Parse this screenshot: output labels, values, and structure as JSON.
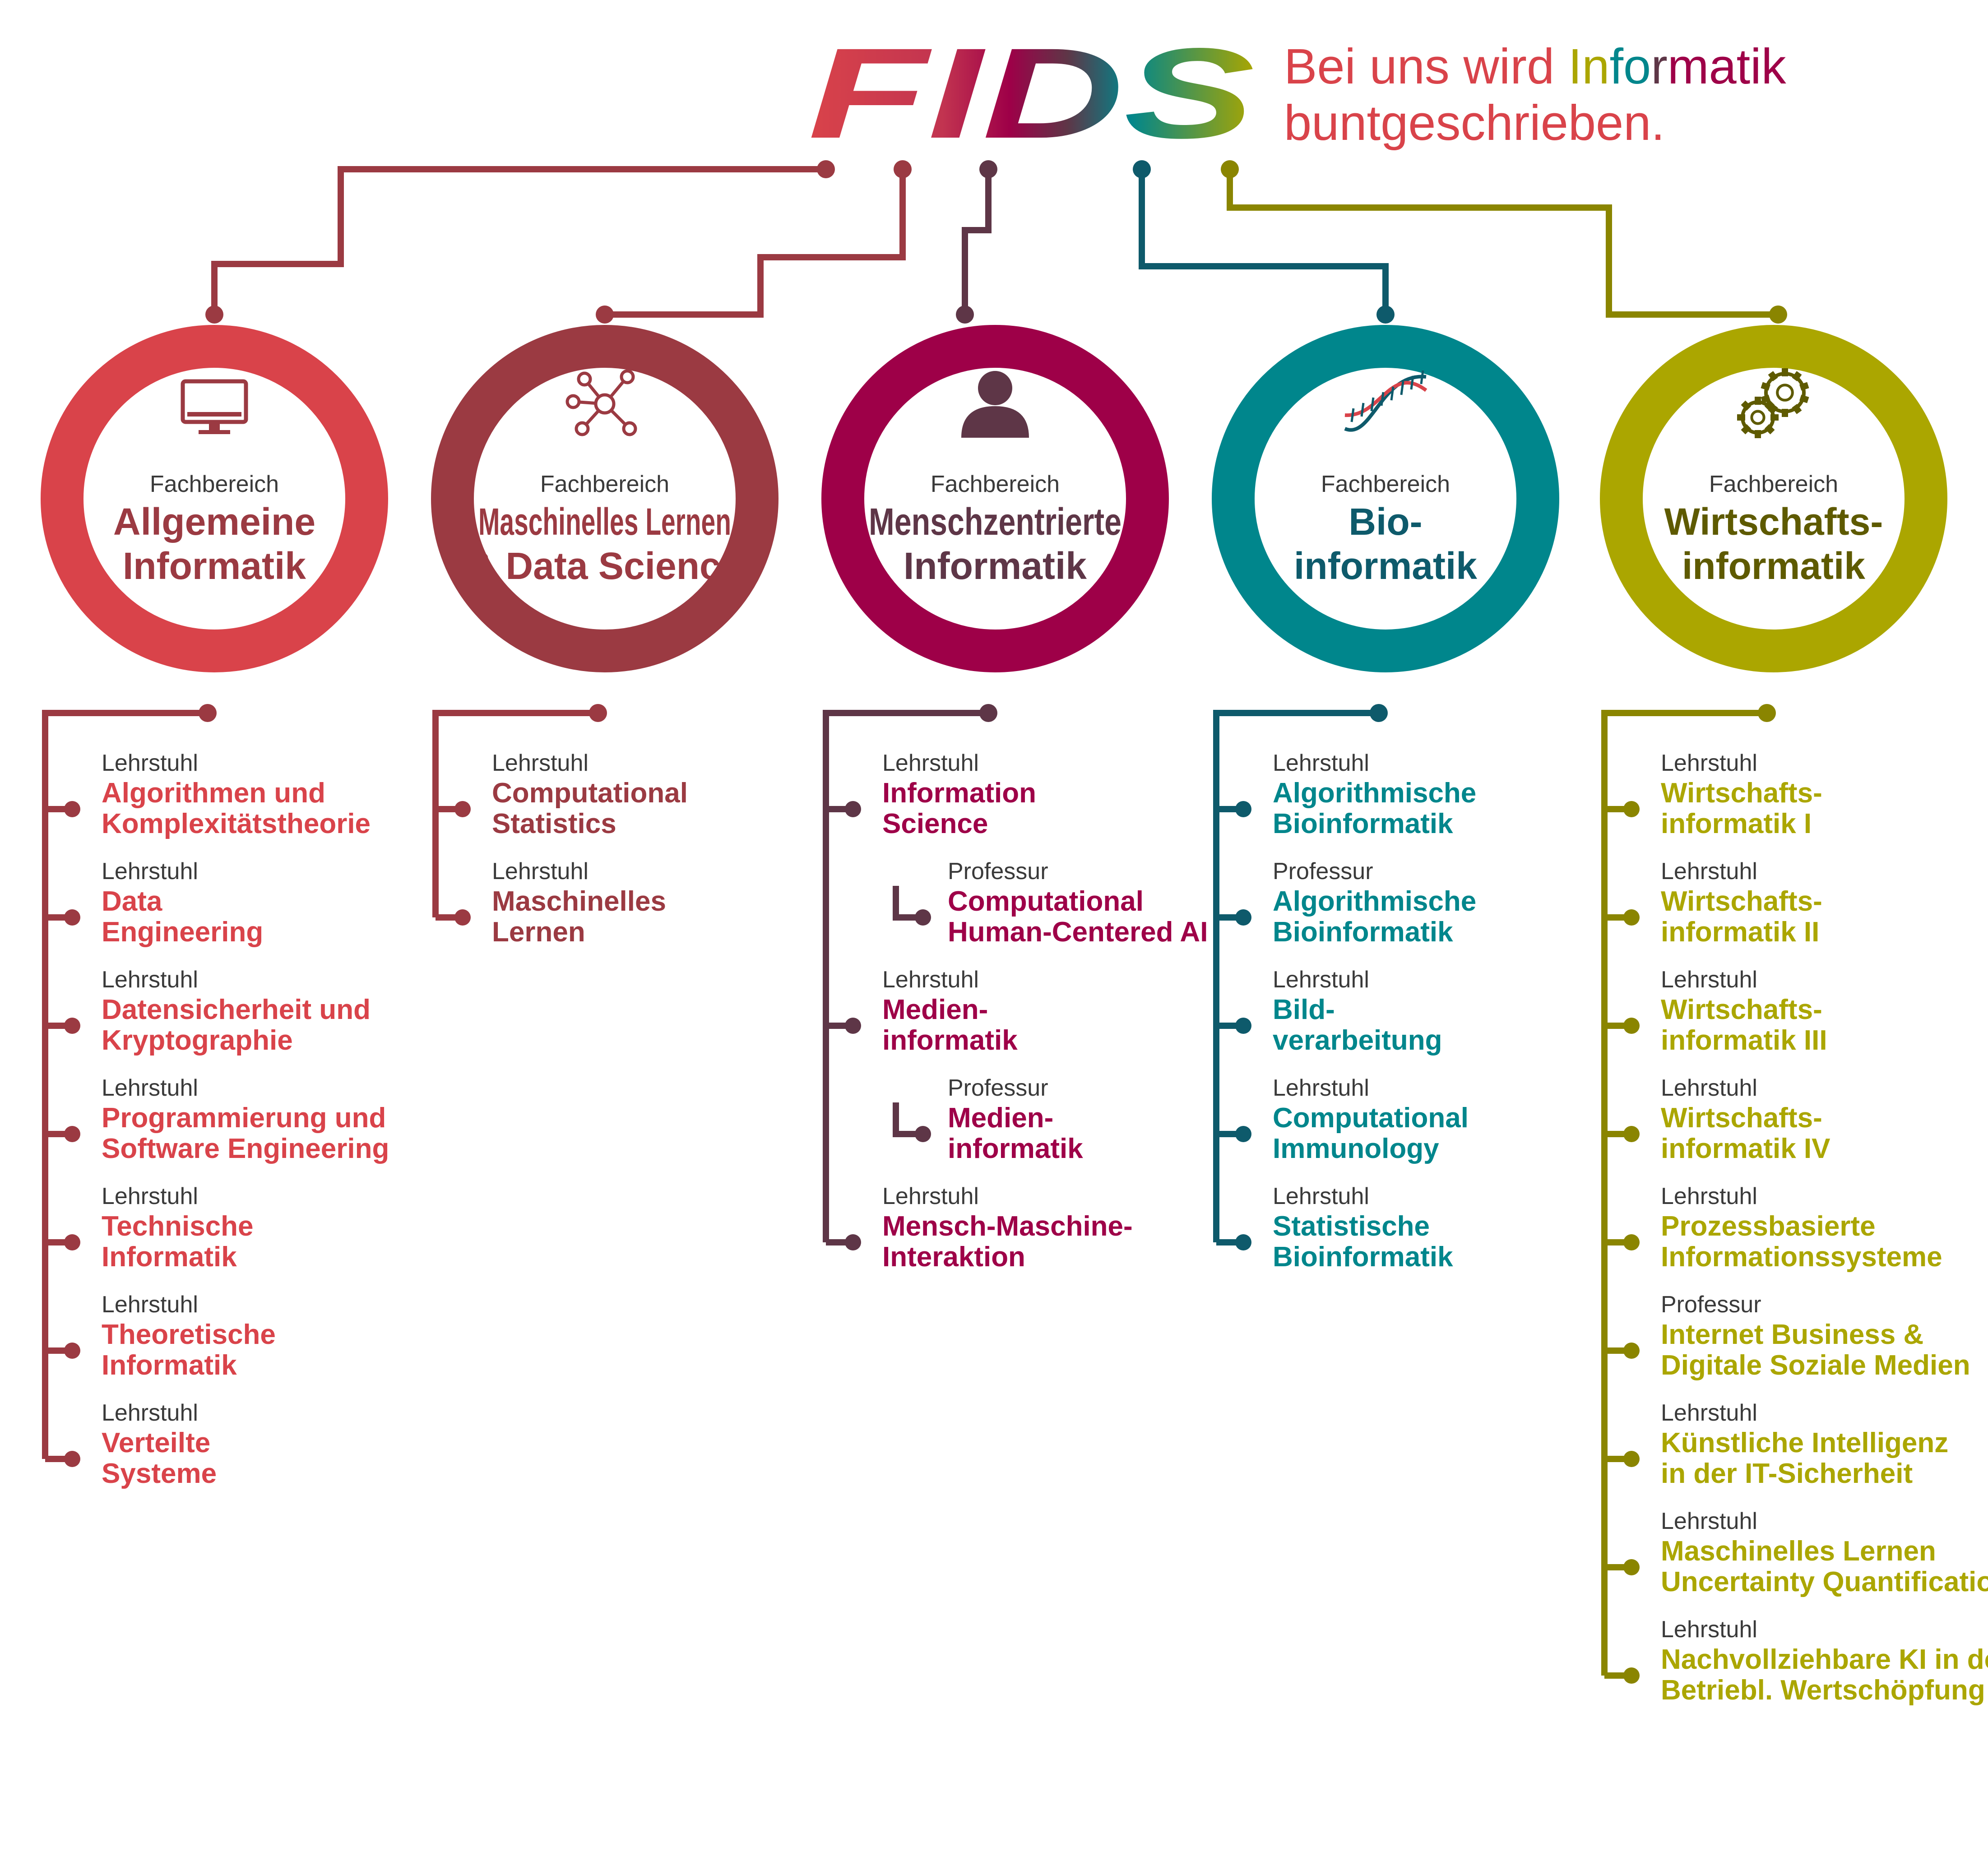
{
  "header": {
    "logo_text": "FIDS",
    "slogan_line1_prefix": "Bei uns wird ",
    "slogan_word_parts": [
      "In",
      "fo",
      "r",
      "ma",
      "tik"
    ],
    "slogan_line2": "buntgeschrieben."
  },
  "colors": {
    "red": "#D9434A",
    "wine": "#9B3A42",
    "magenta": "#9E0048",
    "plum": "#5E3647",
    "teal": "#00868C",
    "darkteal": "#0E5A6B",
    "olive": "#ABA600",
    "darkolive": "#8A8500",
    "slogan_parts": [
      "#ABA600",
      "#00868C",
      "#5E3647",
      "#9E0048",
      "#9E0048"
    ]
  },
  "departments": [
    {
      "id": "allgemeine",
      "kicker": "Fachbereich",
      "title": [
        "Allgemeine",
        "Informatik"
      ],
      "icon": "monitor-icon",
      "ring_color": "#D9434A",
      "title_color": "#9B3A42",
      "line_color": "#9B3A42",
      "unit_color": "#D9434A",
      "units": [
        {
          "role": "Lehrstuhl",
          "name": [
            "Algorithmen und",
            "Komplexitätstheorie"
          ]
        },
        {
          "role": "Lehrstuhl",
          "name": [
            "Data",
            "Engineering"
          ]
        },
        {
          "role": "Lehrstuhl",
          "name": [
            "Datensicherheit und",
            "Kryptographie"
          ]
        },
        {
          "role": "Lehrstuhl",
          "name": [
            "Programmierung und",
            "Software Engineering"
          ]
        },
        {
          "role": "Lehrstuhl",
          "name": [
            "Technische",
            "Informatik"
          ]
        },
        {
          "role": "Lehrstuhl",
          "name": [
            "Theoretische",
            "Informatik"
          ]
        },
        {
          "role": "Lehrstuhl",
          "name": [
            "Verteilte",
            "Systeme"
          ]
        }
      ]
    },
    {
      "id": "ml",
      "kicker": "Fachbereich",
      "title": [
        "Maschinelles Lernen",
        "& Data Science"
      ],
      "icon": "network-icon",
      "ring_color": "#9B3A42",
      "title_color": "#9B3A42",
      "line_color": "#9B3A42",
      "unit_color": "#9B3A42",
      "units": [
        {
          "role": "Lehrstuhl",
          "name": [
            "Computational",
            "Statistics"
          ]
        },
        {
          "role": "Lehrstuhl",
          "name": [
            "Maschinelles",
            "Lernen"
          ]
        }
      ]
    },
    {
      "id": "menschzentriert",
      "kicker": "Fachbereich",
      "title": [
        "Menschzentrierte",
        "Informatik"
      ],
      "icon": "person-icon",
      "ring_color": "#9E0048",
      "title_color": "#5E3647",
      "line_color": "#5E3647",
      "unit_color": "#9E0048",
      "units": [
        {
          "role": "Lehrstuhl",
          "name": [
            "Information",
            "Science"
          ]
        },
        {
          "role": "Professur",
          "name": [
            "Computational",
            "Human-Centered AI"
          ],
          "sub": true
        },
        {
          "role": "Lehrstuhl",
          "name": [
            "Medien-",
            "informatik"
          ]
        },
        {
          "role": "Professur",
          "name": [
            "Medien-",
            "informatik"
          ],
          "sub": true
        },
        {
          "role": "Lehrstuhl",
          "name": [
            "Mensch-Maschine-",
            "Interaktion"
          ]
        }
      ]
    },
    {
      "id": "bio",
      "kicker": "Fachbereich",
      "title": [
        "Bio-",
        "informatik"
      ],
      "icon": "dna-icon",
      "ring_color": "#00868C",
      "title_color": "#0E5A6B",
      "line_color": "#0E5A6B",
      "unit_color": "#00868C",
      "units": [
        {
          "role": "Lehrstuhl",
          "name": [
            "Algorithmische",
            "Bioinformatik"
          ]
        },
        {
          "role": "Professur",
          "name": [
            "Algorithmische",
            "Bioinformatik"
          ]
        },
        {
          "role": "Lehrstuhl",
          "name": [
            "Bild-",
            "verarbeitung"
          ]
        },
        {
          "role": "Lehrstuhl",
          "name": [
            "Computational",
            "Immunology"
          ]
        },
        {
          "role": "Lehrstuhl",
          "name": [
            "Statistische",
            "Bioinformatik"
          ]
        }
      ]
    },
    {
      "id": "wirtschaft",
      "kicker": "Fachbereich",
      "title": [
        "Wirtschafts-",
        "informatik"
      ],
      "icon": "gears-icon",
      "ring_color": "#ABA600",
      "title_color": "#5E5A00",
      "line_color": "#8A8500",
      "unit_color": "#ABA600",
      "units": [
        {
          "role": "Lehrstuhl",
          "name": [
            "Wirtschafts-",
            "informatik I"
          ]
        },
        {
          "role": "Lehrstuhl",
          "name": [
            "Wirtschafts-",
            "informatik II"
          ]
        },
        {
          "role": "Lehrstuhl",
          "name": [
            "Wirtschafts-",
            "informatik III"
          ]
        },
        {
          "role": "Lehrstuhl",
          "name": [
            "Wirtschafts-",
            "informatik IV"
          ]
        },
        {
          "role": "Lehrstuhl",
          "name": [
            "Prozessbasierte",
            "Informationssysteme"
          ]
        },
        {
          "role": "Professur",
          "name": [
            "Internet Business &",
            "Digitale Soziale Medien"
          ]
        },
        {
          "role": "Lehrstuhl",
          "name": [
            "Künstliche Intelligenz",
            "in der IT-Sicherheit"
          ]
        },
        {
          "role": "Lehrstuhl",
          "name": [
            "Maschinelles Lernen",
            "Uncertainty Quantification"
          ]
        },
        {
          "role": "Lehrstuhl",
          "name": [
            "Nachvollziehbare KI in der",
            "Betriebl. Wertschöpfung"
          ]
        }
      ]
    }
  ]
}
